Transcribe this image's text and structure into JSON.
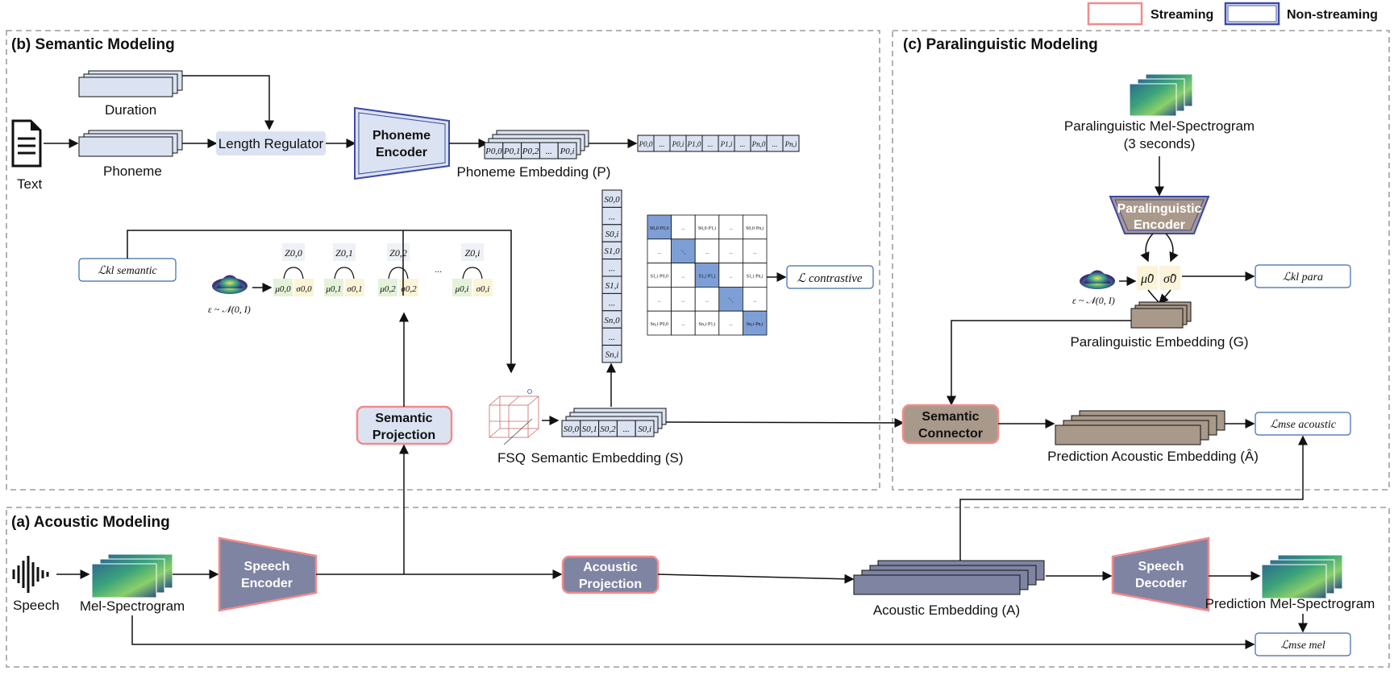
{
  "legend": {
    "streaming": "Streaming",
    "non_streaming": "Non-streaming",
    "streaming_color": "#f28b8b",
    "non_streaming_color": "#3b4aa8"
  },
  "sections": {
    "semantic": "(b) Semantic Modeling",
    "paralinguistic": "(c) Paralinguistic Modeling",
    "acoustic": "(a) Acoustic Modeling"
  },
  "semantic": {
    "text_label": "Text",
    "duration_label": "Duration",
    "phoneme_label": "Phoneme",
    "length_regulator": "Length Regulator",
    "phoneme_encoder": [
      "Phoneme",
      "Encoder"
    ],
    "phoneme_embedding": "Phoneme Embedding (P)",
    "phoneme_cells": [
      "P0,0",
      "P0,1",
      "P0,2",
      "...",
      "P0,i"
    ],
    "phoneme_seq": [
      "P0,0",
      "...",
      "P0,i",
      "P1,0",
      "...",
      "P1,i",
      "...",
      "Pn,0",
      "...",
      "Pn,i"
    ],
    "kl_loss": "ℒkl semantic",
    "eps": "ε ~ 𝒩(0, I)",
    "z_labels": [
      "Z0,0",
      "Z0,1",
      "Z0,2",
      "...",
      "Z0,i"
    ],
    "mu_sigma": [
      [
        "μ0,0",
        "σ0,0"
      ],
      [
        "μ0,1",
        "σ0,1"
      ],
      [
        "μ0,2",
        "σ0,2"
      ],
      [
        "μ0,i",
        "σ0,i"
      ]
    ],
    "semantic_projection": [
      "Semantic",
      "Projection"
    ],
    "fsq": "FSQ",
    "semantic_embedding": "Semantic Embedding (S)",
    "semantic_cells": [
      "S0,0",
      "S0,1",
      "S0,2",
      "...",
      "S0,i"
    ],
    "s_column": [
      "S0,0",
      "...",
      "S0,i",
      "S1,0",
      "...",
      "S1,i",
      "...",
      "Sn,0",
      "...",
      "Sn,i"
    ],
    "contrastive": "ℒ contrastive",
    "matrix": [
      [
        "S0,0·P0,0",
        "...",
        "S0,0·P1,i",
        "...",
        "S0,0·Pn,i"
      ],
      [
        "...",
        "⋱",
        "...",
        "...",
        "..."
      ],
      [
        "S1,i·P0,0",
        "...",
        "S1,i·P1,i",
        "...",
        "S1,i·Pn,i"
      ],
      [
        "...",
        "...",
        "...",
        "⋱",
        "..."
      ],
      [
        "Sn,i·P0,0",
        "...",
        "Sn,i·P1,i",
        "...",
        "Sn,i·Pn,i"
      ]
    ]
  },
  "paralinguistic": {
    "mel_label": [
      "Paralinguistic Mel-Spectrogram",
      "(3 seconds)"
    ],
    "encoder": [
      "Paralinguistic",
      "Encoder"
    ],
    "eps": "ε ~ 𝒩(0, I)",
    "mu": "μ̂0",
    "sigma": "σ̂0",
    "kl_loss": "ℒkl para",
    "embedding": "Paralinguistic Embedding (G)",
    "semantic_connector": [
      "Semantic",
      "Connector"
    ],
    "prediction_embedding": "Prediction Acoustic Embedding (Â)",
    "mse_loss": "ℒmse acoustic"
  },
  "acoustic": {
    "speech_label": "Speech",
    "mel_label": "Mel-Spectrogram",
    "speech_encoder": [
      "Speech",
      "Encoder"
    ],
    "acoustic_projection": [
      "Acoustic",
      "Projection"
    ],
    "acoustic_embedding": "Acoustic Embedding (A)",
    "speech_decoder": [
      "Speech",
      "Decoder"
    ],
    "prediction_mel": "Prediction Mel-Spectrogram",
    "mel_loss": "ℒmse mel"
  },
  "colors": {
    "box_light": "#dbe3f2",
    "box_brown": "#a9998a",
    "box_gray": "#7f84a3",
    "highlight": "#7e9ed6"
  }
}
